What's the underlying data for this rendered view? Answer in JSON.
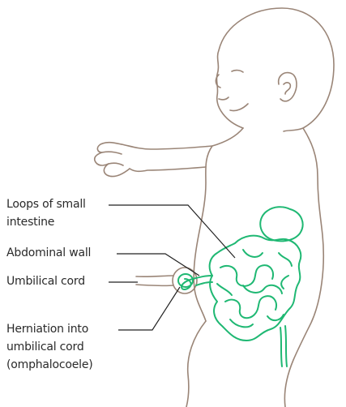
{
  "labels": {
    "small_intestine_line1": "Loops of small",
    "small_intestine_line2": "intestine",
    "abdominal_wall": "Abdominal wall",
    "umbilical_cord": "Umbilical cord",
    "herniation_line1": "Herniation into",
    "herniation_line2": "umbilical cord",
    "herniation_line3": "(omphalocoele)"
  },
  "colors": {
    "outline": "#9a8577",
    "intestine": "#1fb873",
    "leader": "#222222",
    "text": "#2a2a2a"
  }
}
